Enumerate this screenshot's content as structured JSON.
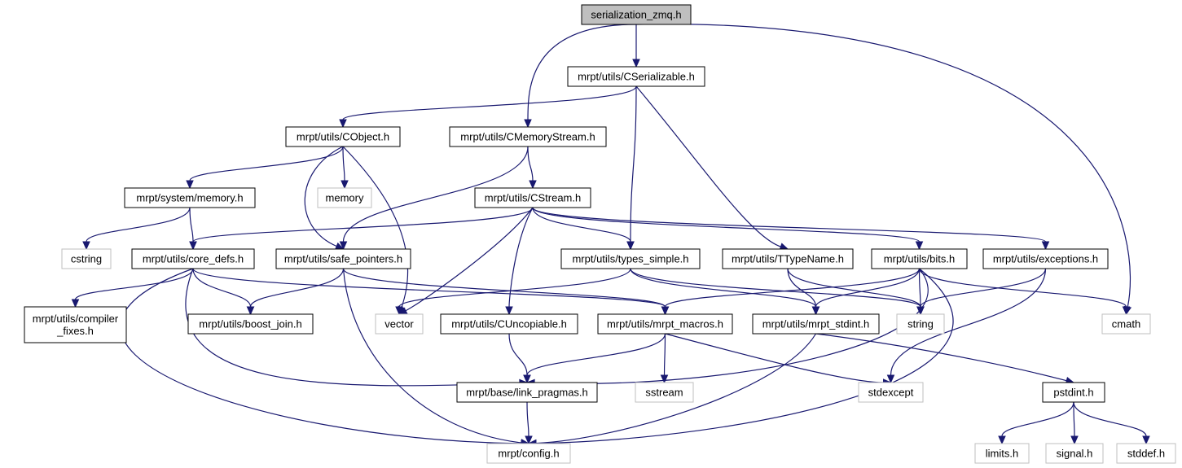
{
  "colors": {
    "edge": "#191970",
    "box_border_found": "#000000",
    "box_border_external": "#bfbfbf",
    "box_fill": "#ffffff",
    "box_fill_root": "#bfbfbf"
  },
  "nodes": {
    "serialization_zmq": {
      "lines": [
        "serialization_zmq.h"
      ],
      "kind": "root"
    },
    "cserializable": {
      "lines": [
        "mrpt/utils/CSerializable.h"
      ],
      "kind": "file"
    },
    "cobject": {
      "lines": [
        "mrpt/utils/CObject.h"
      ],
      "kind": "file"
    },
    "cmemorystream": {
      "lines": [
        "mrpt/utils/CMemoryStream.h"
      ],
      "kind": "file"
    },
    "system_memory": {
      "lines": [
        "mrpt/system/memory.h"
      ],
      "kind": "file"
    },
    "memory": {
      "lines": [
        "memory"
      ],
      "kind": "external"
    },
    "cstream": {
      "lines": [
        "mrpt/utils/CStream.h"
      ],
      "kind": "file"
    },
    "cstring": {
      "lines": [
        "cstring"
      ],
      "kind": "external"
    },
    "core_defs": {
      "lines": [
        "mrpt/utils/core_defs.h"
      ],
      "kind": "file"
    },
    "safe_pointers": {
      "lines": [
        "mrpt/utils/safe_pointers.h"
      ],
      "kind": "file"
    },
    "types_simple": {
      "lines": [
        "mrpt/utils/types_simple.h"
      ],
      "kind": "file"
    },
    "ttypename": {
      "lines": [
        "mrpt/utils/TTypeName.h"
      ],
      "kind": "file"
    },
    "bits": {
      "lines": [
        "mrpt/utils/bits.h"
      ],
      "kind": "file"
    },
    "exceptions": {
      "lines": [
        "mrpt/utils/exceptions.h"
      ],
      "kind": "file"
    },
    "compiler_fixes": {
      "lines": [
        "mrpt/utils/compiler",
        "_fixes.h"
      ],
      "kind": "file"
    },
    "boost_join": {
      "lines": [
        "mrpt/utils/boost_join.h"
      ],
      "kind": "file"
    },
    "vector": {
      "lines": [
        "vector"
      ],
      "kind": "external"
    },
    "cuncopiable": {
      "lines": [
        "mrpt/utils/CUncopiable.h"
      ],
      "kind": "file"
    },
    "mrpt_macros": {
      "lines": [
        "mrpt/utils/mrpt_macros.h"
      ],
      "kind": "file"
    },
    "mrpt_stdint": {
      "lines": [
        "mrpt/utils/mrpt_stdint.h"
      ],
      "kind": "file"
    },
    "string": {
      "lines": [
        "string"
      ],
      "kind": "external"
    },
    "cmath": {
      "lines": [
        "cmath"
      ],
      "kind": "external"
    },
    "link_pragmas": {
      "lines": [
        "mrpt/base/link_pragmas.h"
      ],
      "kind": "file"
    },
    "sstream": {
      "lines": [
        "sstream"
      ],
      "kind": "external"
    },
    "stdexcept": {
      "lines": [
        "stdexcept"
      ],
      "kind": "external"
    },
    "pstdint": {
      "lines": [
        "pstdint.h"
      ],
      "kind": "file"
    },
    "config": {
      "lines": [
        "mrpt/config.h"
      ],
      "kind": "external"
    },
    "limits": {
      "lines": [
        "limits.h"
      ],
      "kind": "external"
    },
    "signal": {
      "lines": [
        "signal.h"
      ],
      "kind": "external"
    },
    "stddef": {
      "lines": [
        "stddef.h"
      ],
      "kind": "external"
    }
  },
  "edges": [
    [
      "serialization_zmq",
      "cserializable"
    ],
    [
      "serialization_zmq",
      "cmemorystream"
    ],
    [
      "serialization_zmq",
      "cmath"
    ],
    [
      "cserializable",
      "cobject"
    ],
    [
      "cserializable",
      "types_simple"
    ],
    [
      "cserializable",
      "ttypename"
    ],
    [
      "cobject",
      "system_memory"
    ],
    [
      "cobject",
      "memory"
    ],
    [
      "cobject",
      "safe_pointers"
    ],
    [
      "cobject",
      "vector"
    ],
    [
      "cmemorystream",
      "cstream"
    ],
    [
      "cmemorystream",
      "safe_pointers"
    ],
    [
      "system_memory",
      "cstring"
    ],
    [
      "system_memory",
      "core_defs"
    ],
    [
      "cstream",
      "core_defs"
    ],
    [
      "cstream",
      "types_simple"
    ],
    [
      "cstream",
      "bits"
    ],
    [
      "cstream",
      "exceptions"
    ],
    [
      "cstream",
      "vector"
    ],
    [
      "cstream",
      "cuncopiable"
    ],
    [
      "core_defs",
      "compiler_fixes"
    ],
    [
      "core_defs",
      "boost_join"
    ],
    [
      "core_defs",
      "mrpt_macros"
    ],
    [
      "core_defs",
      "link_pragmas"
    ],
    [
      "core_defs",
      "config"
    ],
    [
      "safe_pointers",
      "boost_join"
    ],
    [
      "safe_pointers",
      "mrpt_macros"
    ],
    [
      "safe_pointers",
      "config"
    ],
    [
      "types_simple",
      "vector"
    ],
    [
      "types_simple",
      "mrpt_stdint"
    ],
    [
      "types_simple",
      "string"
    ],
    [
      "ttypename",
      "mrpt_stdint"
    ],
    [
      "ttypename",
      "string"
    ],
    [
      "bits",
      "mrpt_macros"
    ],
    [
      "bits",
      "mrpt_stdint"
    ],
    [
      "bits",
      "string"
    ],
    [
      "bits",
      "cmath"
    ],
    [
      "bits",
      "link_pragmas"
    ],
    [
      "bits",
      "config"
    ],
    [
      "exceptions",
      "string"
    ],
    [
      "exceptions",
      "stdexcept"
    ],
    [
      "cuncopiable",
      "link_pragmas"
    ],
    [
      "mrpt_macros",
      "link_pragmas"
    ],
    [
      "mrpt_macros",
      "sstream"
    ],
    [
      "mrpt_macros",
      "stdexcept"
    ],
    [
      "mrpt_stdint",
      "pstdint"
    ],
    [
      "mrpt_stdint",
      "config"
    ],
    [
      "link_pragmas",
      "config"
    ],
    [
      "pstdint",
      "limits"
    ],
    [
      "pstdint",
      "signal"
    ],
    [
      "pstdint",
      "stddef"
    ]
  ]
}
